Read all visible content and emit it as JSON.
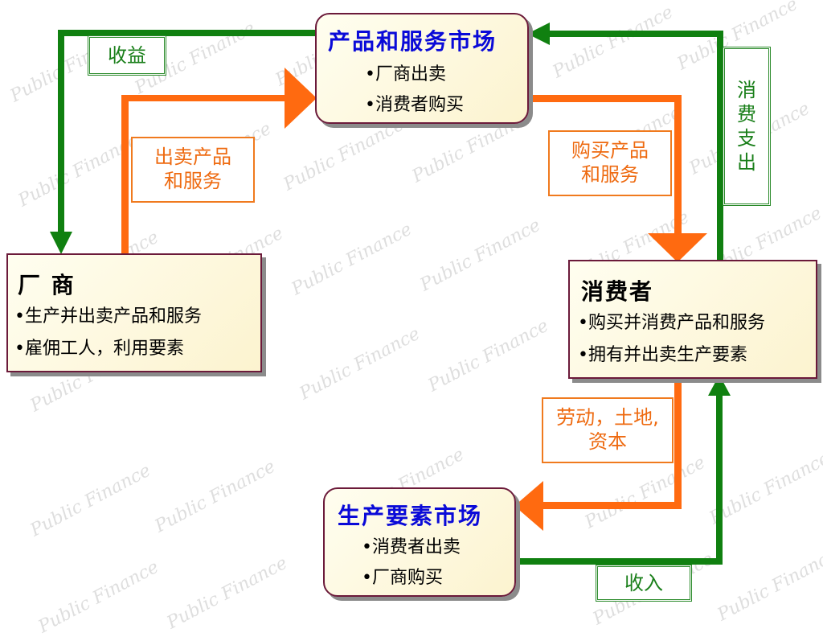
{
  "watermark_text": "Public Finance",
  "product_market": {
    "title": "产品和服务市场",
    "items": [
      "•厂商出卖",
      "•消费者购买"
    ]
  },
  "factor_market": {
    "title": "生产要素市场",
    "items": [
      "•消费者出卖",
      "•厂商购买"
    ]
  },
  "firms": {
    "title": "厂 商",
    "items": [
      "•生产并出卖产品和服务",
      "•雇佣工人，利用要素"
    ]
  },
  "consumers": {
    "title": "消费者",
    "items": [
      "•购买并消费产品和服务",
      "•拥有并出卖生产要素"
    ]
  },
  "labels": {
    "revenue": "收益",
    "sell_goods": [
      "出卖产品",
      "和服务"
    ],
    "buy_goods": [
      "购买产品",
      "和服务"
    ],
    "spending": [
      "消",
      "费",
      "支",
      "出"
    ],
    "factors": [
      "劳动，土地,",
      "资本"
    ],
    "income": "收入"
  },
  "colors": {
    "goods_flow": "#ff6a10",
    "money_flow": "#108010",
    "market_title": "#0a0ad8",
    "box_border": "#6b1a3a",
    "box_fill": "#fcf3cf"
  }
}
